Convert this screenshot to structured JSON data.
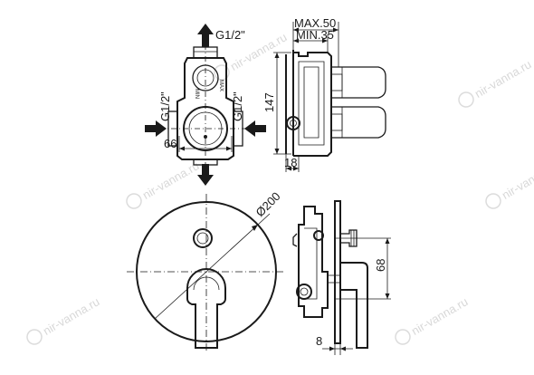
{
  "watermarks": [
    {
      "text": "nir-vanna.ru"
    },
    {
      "text": "nir-vanna.ru"
    },
    {
      "text": "nir-vanna.ru"
    },
    {
      "text": "nir-vanna.ru"
    },
    {
      "text": "nir-vanna.ru"
    },
    {
      "text": "nir-vanna.ru"
    }
  ],
  "top_view": {
    "port_top_label": "G1/2\"",
    "port_left_label": "G1/2\"",
    "port_right_label": "G1/2\"",
    "width_label": "66",
    "body_mark_min": "MIN",
    "body_mark_max": "MAX"
  },
  "side_view": {
    "max_label": "MAX.50",
    "min_label": "MIN.35",
    "height_label": "147",
    "depth_label": "18"
  },
  "front_view": {
    "diameter_label": "Ø200"
  },
  "profile_view": {
    "spacing_label": "68",
    "plate_label": "8"
  }
}
